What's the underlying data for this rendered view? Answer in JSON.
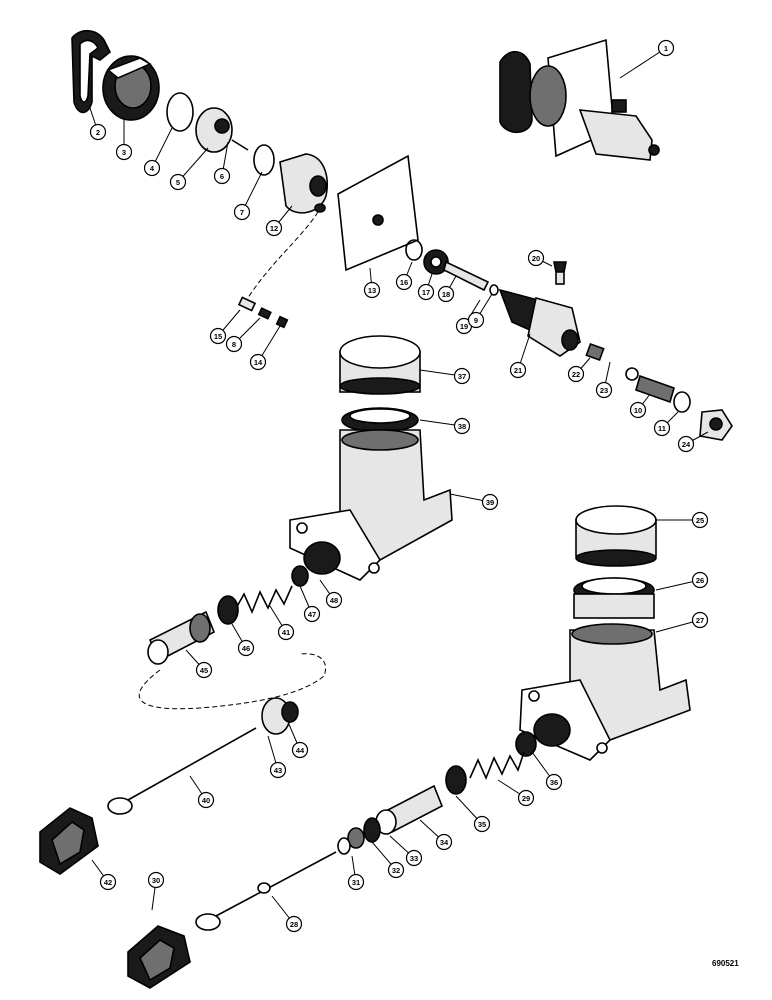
{
  "diagram_code": "690521",
  "callouts": [
    {
      "id": "c1",
      "label": "1"
    },
    {
      "id": "c2",
      "label": "2"
    },
    {
      "id": "c3",
      "label": "3"
    },
    {
      "id": "c4",
      "label": "4"
    },
    {
      "id": "c5",
      "label": "5"
    },
    {
      "id": "c6",
      "label": "6"
    },
    {
      "id": "c7",
      "label": "7"
    },
    {
      "id": "c12",
      "label": "12"
    },
    {
      "id": "c13",
      "label": "13"
    },
    {
      "id": "c15",
      "label": "15"
    },
    {
      "id": "c8a",
      "label": "8"
    },
    {
      "id": "c14",
      "label": "14"
    },
    {
      "id": "c16",
      "label": "16"
    },
    {
      "id": "c17",
      "label": "17"
    },
    {
      "id": "c18",
      "label": "18"
    },
    {
      "id": "c19",
      "label": "19"
    },
    {
      "id": "c9",
      "label": "9"
    },
    {
      "id": "c20",
      "label": "20"
    },
    {
      "id": "c21",
      "label": "21"
    },
    {
      "id": "c22",
      "label": "22"
    },
    {
      "id": "c23",
      "label": "23"
    },
    {
      "id": "c10",
      "label": "10"
    },
    {
      "id": "c11",
      "label": "11"
    },
    {
      "id": "c24",
      "label": "24"
    },
    {
      "id": "c37",
      "label": "37"
    },
    {
      "id": "c38",
      "label": "38"
    },
    {
      "id": "c39",
      "label": "39"
    },
    {
      "id": "c48",
      "label": "48"
    },
    {
      "id": "c47",
      "label": "47"
    },
    {
      "id": "c41",
      "label": "41"
    },
    {
      "id": "c46",
      "label": "46"
    },
    {
      "id": "c45",
      "label": "45"
    },
    {
      "id": "c44",
      "label": "44"
    },
    {
      "id": "c43",
      "label": "43"
    },
    {
      "id": "c40",
      "label": "40"
    },
    {
      "id": "c42",
      "label": "42"
    },
    {
      "id": "c25",
      "label": "25"
    },
    {
      "id": "c26",
      "label": "26"
    },
    {
      "id": "c27",
      "label": "27"
    },
    {
      "id": "c36",
      "label": "36"
    },
    {
      "id": "c29",
      "label": "29"
    },
    {
      "id": "c35",
      "label": "35"
    },
    {
      "id": "c34",
      "label": "34"
    },
    {
      "id": "c33",
      "label": "33"
    },
    {
      "id": "c32",
      "label": "32"
    },
    {
      "id": "c31",
      "label": "31"
    },
    {
      "id": "c30",
      "label": "30"
    },
    {
      "id": "c28",
      "label": "28"
    }
  ]
}
